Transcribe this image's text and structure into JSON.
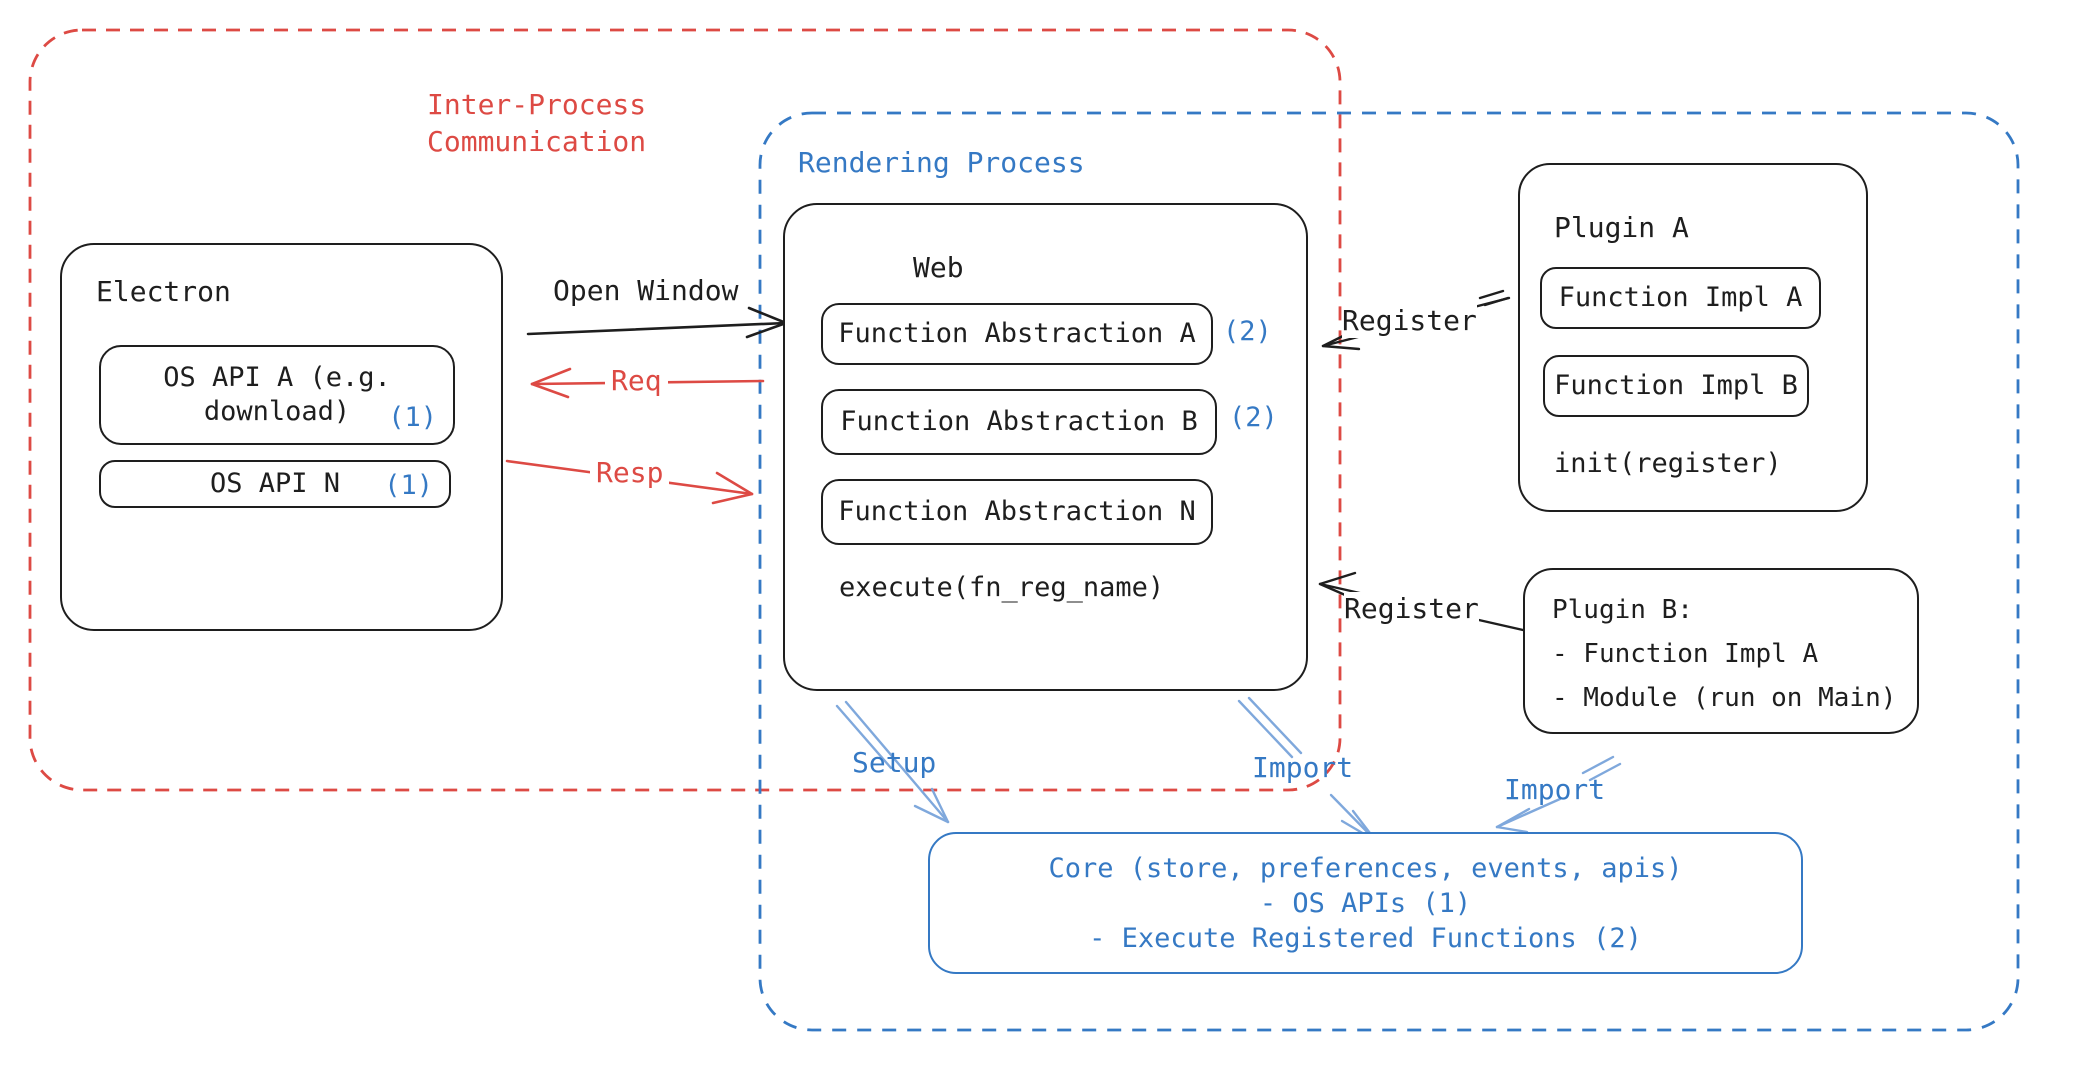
{
  "colors": {
    "red": "#dd4a44",
    "blue": "#3579c4",
    "lightblue": "#7fa8dc",
    "ink": "#1e1e1e",
    "bg": "#ffffff"
  },
  "regions": {
    "ipc": {
      "line1": "Inter-Process",
      "line2": "Communication"
    },
    "rendering": {
      "label": "Rendering Process"
    }
  },
  "electron": {
    "title": "Electron",
    "items": [
      {
        "label": "OS API A (e.g. download)",
        "ref": "(1)"
      },
      {
        "label": "OS API N",
        "ref": "(1)"
      }
    ]
  },
  "web": {
    "title": "Web",
    "items": [
      {
        "label": "Function Abstraction A",
        "ref": "(2)"
      },
      {
        "label": "Function Abstraction B",
        "ref": "(2)"
      },
      {
        "label": "Function Abstraction N",
        "ref": ""
      }
    ],
    "execute_label": "execute(fn_reg_name)"
  },
  "plugin_a": {
    "title": "Plugin A",
    "items": [
      {
        "label": "Function Impl A"
      },
      {
        "label": "Function Impl B"
      }
    ],
    "init_label": "init(register)"
  },
  "plugin_b": {
    "line1": "Plugin B:",
    "line2": "- Function Impl A",
    "line3": "- Module (run on Main)"
  },
  "core": {
    "line1": "Core (store, preferences, events, apis)",
    "line2": "- OS APIs (1)",
    "line3": "- Execute Registered Functions (2)"
  },
  "arrows": {
    "open_window": "Open Window",
    "req": "Req",
    "resp": "Resp",
    "register_a": "Register",
    "register_b": "Register",
    "setup": "Setup",
    "import_web": "Import",
    "import_plugin": "Import"
  }
}
